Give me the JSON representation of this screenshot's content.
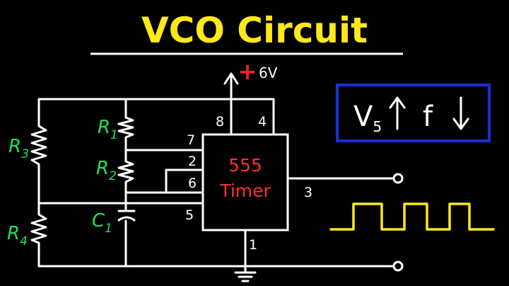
{
  "title": "VCO Circuit",
  "supply": {
    "sign": "+",
    "value": "6V"
  },
  "components": {
    "r1": {
      "letter": "R",
      "sub": "1"
    },
    "r2": {
      "letter": "R",
      "sub": "2"
    },
    "r3": {
      "letter": "R",
      "sub": "3"
    },
    "r4": {
      "letter": "R",
      "sub": "4"
    },
    "c1": {
      "letter": "C",
      "sub": "1"
    }
  },
  "chip": {
    "line1": "555",
    "line2": "Timer"
  },
  "pins": {
    "p8": "8",
    "p4": "4",
    "p7": "7",
    "p2": "2",
    "p6": "6",
    "p5": "5",
    "p3": "3",
    "p1": "1"
  },
  "formula": {
    "v": "V",
    "sub": "5",
    "f": "f"
  },
  "colors": {
    "title": "#ffe81a",
    "labels": "#22e05a",
    "chip_text": "#ff3030",
    "supply": "#ff2020",
    "box": "#1a2fd6",
    "wave": "#ffe81a"
  }
}
